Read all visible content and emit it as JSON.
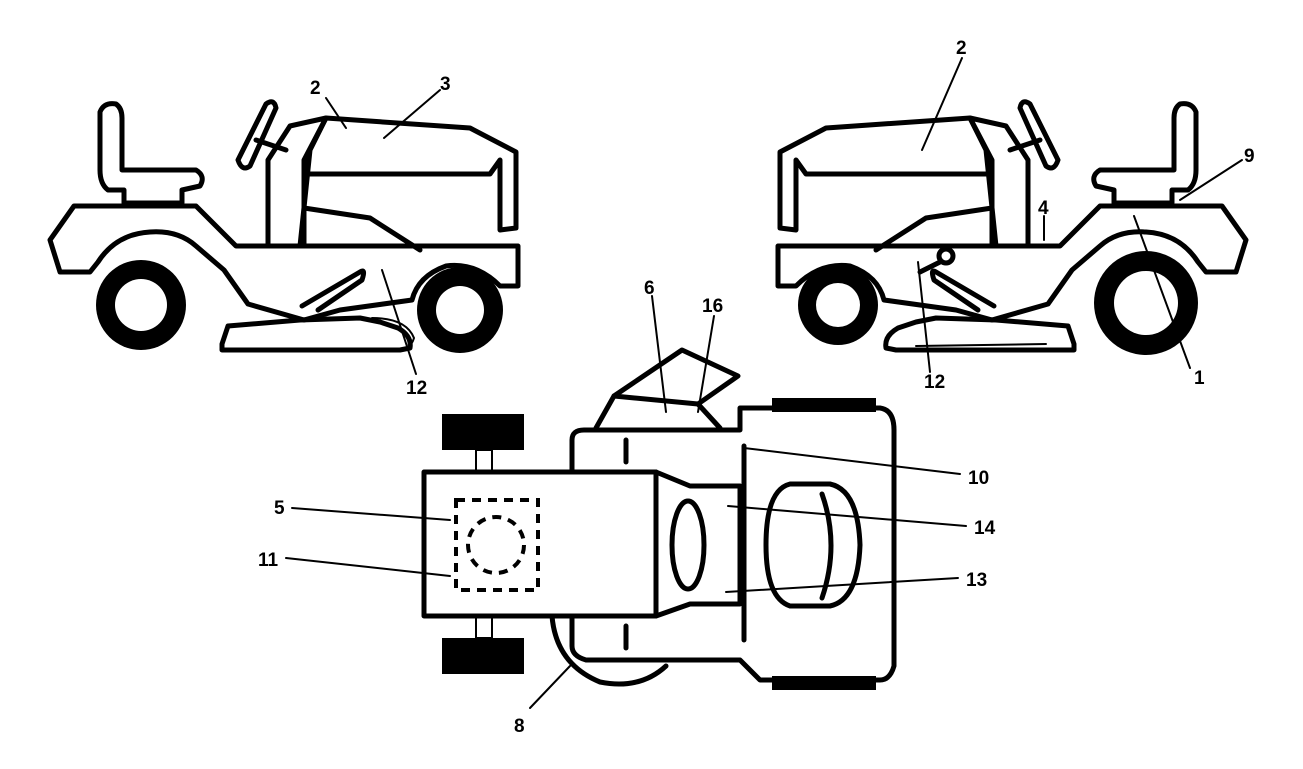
{
  "labels": {
    "left_view": {
      "seat_pan": "2",
      "hood": "3",
      "deck": "12"
    },
    "right_view": {
      "seat_pan": "2",
      "fender": "9",
      "dash": "4",
      "tire": "1",
      "deck": "12"
    },
    "top_view": {
      "chute": "6",
      "chute_deflector": "16",
      "console": "10",
      "seat_front": "14",
      "seat_rear": "13",
      "engine_left": "5",
      "engine_left_lower": "11",
      "pedal": "8"
    }
  },
  "colors": {
    "line": "#000000",
    "background": "#ffffff"
  }
}
